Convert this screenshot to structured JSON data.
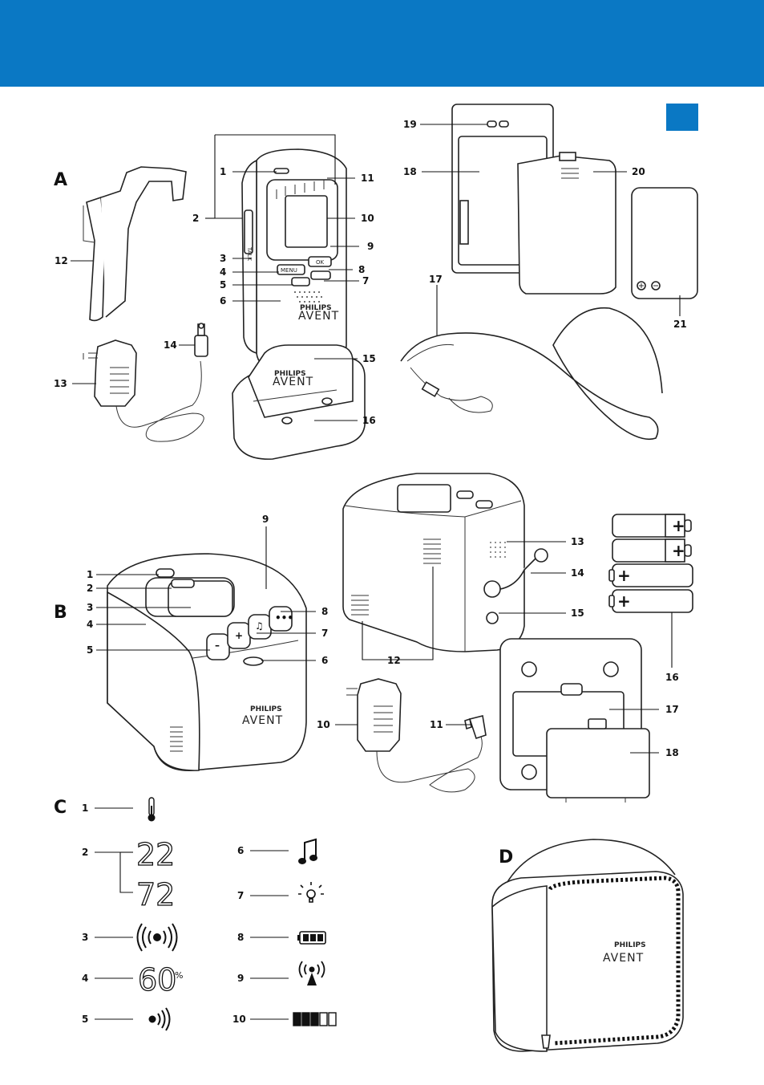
{
  "header": {
    "color": "#0a78c4"
  },
  "sections": {
    "a": "A",
    "b": "B",
    "c": "C",
    "d": "D"
  },
  "section_a": {
    "parent_unit": [
      "1",
      "2",
      "3",
      "4",
      "5",
      "6",
      "7",
      "8",
      "9",
      "10",
      "11"
    ],
    "accessories": [
      "12",
      "13",
      "14",
      "15",
      "16",
      "17",
      "18",
      "19",
      "20",
      "21"
    ],
    "buttons": {
      "talk": "TALK",
      "menu": "MENU",
      "ok": "OK"
    }
  },
  "section_b": {
    "baby_unit": [
      "1",
      "2",
      "3",
      "4",
      "5",
      "6",
      "7",
      "8",
      "9"
    ],
    "back": [
      "10",
      "11",
      "12",
      "13",
      "14",
      "15",
      "16",
      "17",
      "18"
    ]
  },
  "section_c": {
    "items": [
      {
        "n": "1",
        "icon": "thermometer-icon"
      },
      {
        "n": "2",
        "display_c": "22",
        "display_f": "72"
      },
      {
        "n": "3",
        "icon": "signal-waves-icon"
      },
      {
        "n": "4",
        "display": "60",
        "unit": "%"
      },
      {
        "n": "5",
        "icon": "sound-level-icon"
      },
      {
        "n": "6",
        "icon": "music-note-icon"
      },
      {
        "n": "7",
        "icon": "night-light-icon"
      },
      {
        "n": "8",
        "icon": "battery-full-icon"
      },
      {
        "n": "9",
        "icon": "link-antenna-icon"
      },
      {
        "n": "10",
        "icon": "sound-level-bars-icon"
      }
    ]
  },
  "brand": {
    "line1": "PHILIPS",
    "line2": "AVENT"
  }
}
